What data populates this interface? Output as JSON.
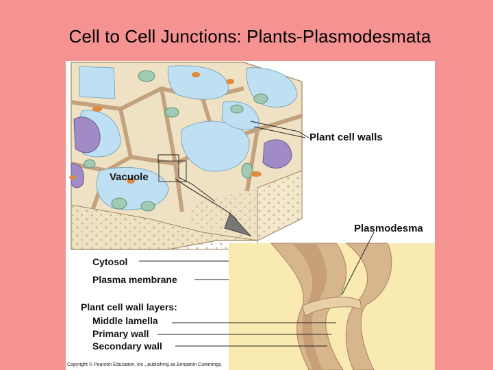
{
  "slide": {
    "title": "Cell to Cell Junctions: Plants-Plasmodesmata"
  },
  "figure": {
    "labels": {
      "plant_cell_walls": "Plant cell walls",
      "vacuole": "Vacuole",
      "plasmodesma": "Plasmodesma",
      "cytosol": "Cytosol",
      "plasma_membrane": "Plasma membrane",
      "wall_layers_heading": "Plant cell wall layers:",
      "middle_lamella": "Middle lamella",
      "primary_wall": "Primary wall",
      "secondary_wall": "Secondary wall"
    },
    "copyright": "Copyright © Pearson Education, Inc., publishing as Benjamin Cummings."
  },
  "colors": {
    "background": "#f59393",
    "wall": "#efe2c4",
    "vacuole": "#bfe0f2",
    "nucleus": "#a08bc6",
    "chloroplast": "#9fcbb4",
    "mitochondrion": "#e08a3c",
    "cytosol": "#f8eab0",
    "middle_lamella": "#c79f78"
  }
}
